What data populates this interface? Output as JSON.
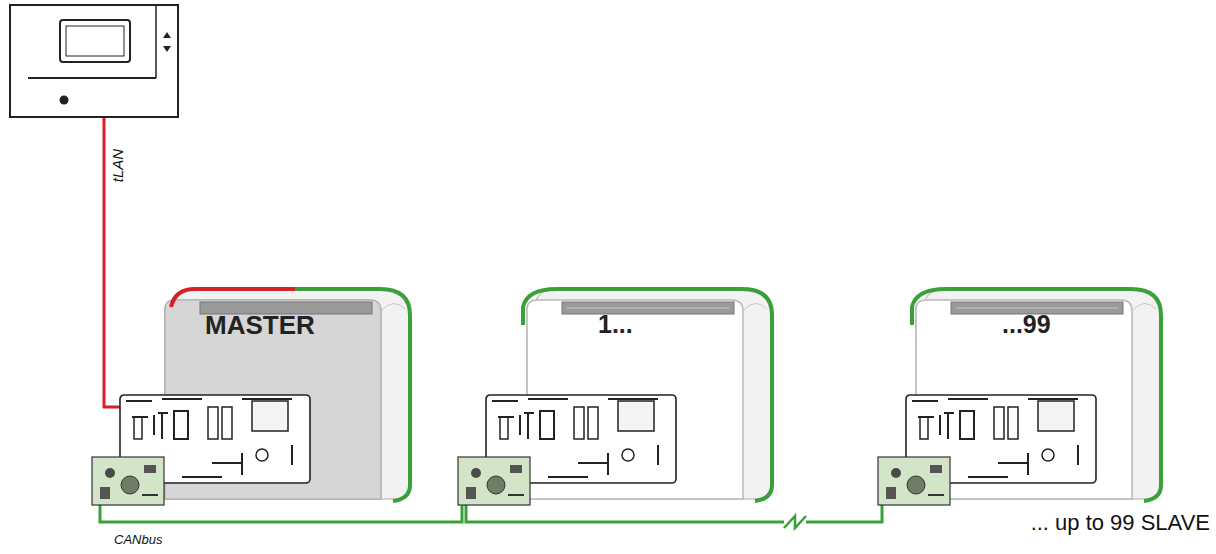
{
  "diagram": {
    "nodes": [
      {
        "text": [
          "MASTER"
        ]
      },
      {
        "text": [
          "1..."
        ]
      },
      {
        "text": [
          "...99"
        ]
      }
    ],
    "edges": [
      {
        "from": 0,
        "to": 1,
        "arrow": "none"
      },
      {
        "from": 1,
        "to": 2,
        "arrow": "none"
      }
    ],
    "labels": [
      "tLAN",
      "CANbus",
      "... up to 99 SLAVE"
    ]
  }
}
